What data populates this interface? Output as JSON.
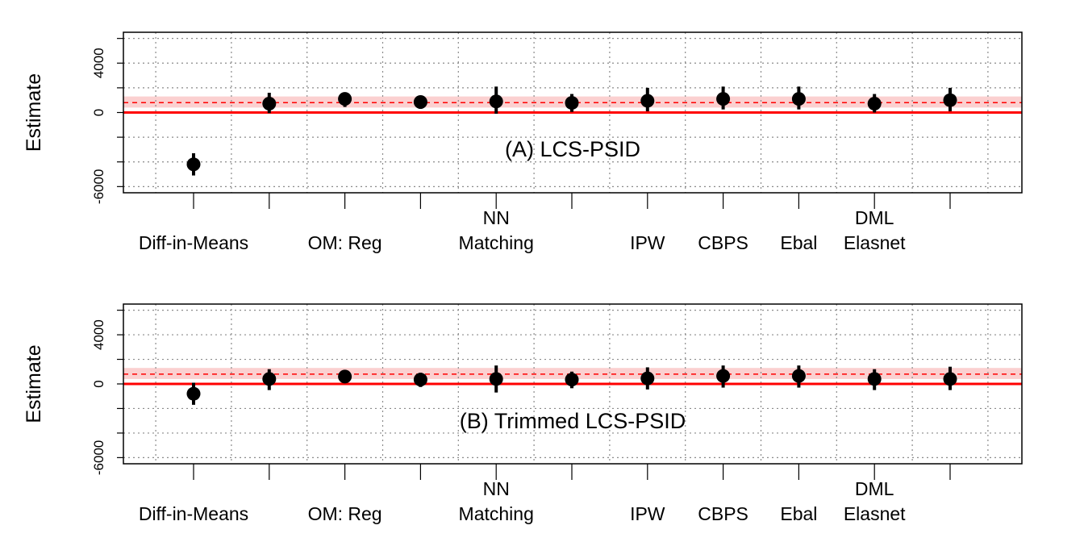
{
  "chart_data": [
    {
      "type": "scatter",
      "title": "(A) LCS-PSID",
      "ylabel": "Estimate",
      "ylim": [
        -6500,
        6500
      ],
      "yticks": [
        -6000,
        0,
        4000
      ],
      "grid": true,
      "x": [
        1,
        2,
        3,
        4,
        5,
        6,
        7,
        8,
        9,
        10,
        11
      ],
      "category_labels": [
        "Diff-in-Means",
        "",
        "OM: Reg",
        "",
        "NN\nMatching",
        "",
        "IPW",
        "CBPS",
        "Ebal",
        "DML\nElasnet",
        ""
      ],
      "series": [
        {
          "estimate": [
            -4200,
            720,
            1100,
            850,
            900,
            780,
            950,
            1100,
            1100,
            720,
            1000
          ],
          "ci_low": [
            -5100,
            -50,
            450,
            300,
            -100,
            50,
            100,
            250,
            250,
            0,
            100
          ],
          "ci_high": [
            -3300,
            1600,
            1600,
            1300,
            2100,
            1500,
            2000,
            2100,
            2100,
            1500,
            2000
          ]
        }
      ],
      "benchmark": {
        "value": 800,
        "band": [
          400,
          1300
        ],
        "zero_line": 0
      },
      "colors": {
        "points": "#000000",
        "band": "#fbd0d0",
        "benchmark_line": "#ff0000",
        "zero_line": "#ff0000"
      }
    },
    {
      "type": "scatter",
      "title": "(B) Trimmed LCS-PSID",
      "ylabel": "Estimate",
      "ylim": [
        -6500,
        6500
      ],
      "yticks": [
        -6000,
        0,
        4000
      ],
      "grid": true,
      "x": [
        1,
        2,
        3,
        4,
        5,
        6,
        7,
        8,
        9,
        10,
        11
      ],
      "category_labels": [
        "Diff-in-Means",
        "",
        "OM: Reg",
        "",
        "NN\nMatching",
        "",
        "IPW",
        "CBPS",
        "Ebal",
        "DML\nElasnet",
        ""
      ],
      "series": [
        {
          "estimate": [
            -800,
            400,
            600,
            350,
            400,
            350,
            450,
            650,
            650,
            400,
            400
          ],
          "ci_low": [
            -1700,
            -500,
            100,
            -250,
            -700,
            -350,
            -450,
            -300,
            -300,
            -500,
            -500
          ],
          "ci_high": [
            100,
            1200,
            1100,
            900,
            1500,
            1000,
            1350,
            1500,
            1500,
            1200,
            1400
          ]
        }
      ],
      "benchmark": {
        "value": 800,
        "band": [
          400,
          1300
        ],
        "zero_line": 0
      },
      "colors": {
        "points": "#000000",
        "band": "#fbd0d0",
        "benchmark_line": "#ff0000",
        "zero_line": "#ff0000"
      }
    }
  ]
}
